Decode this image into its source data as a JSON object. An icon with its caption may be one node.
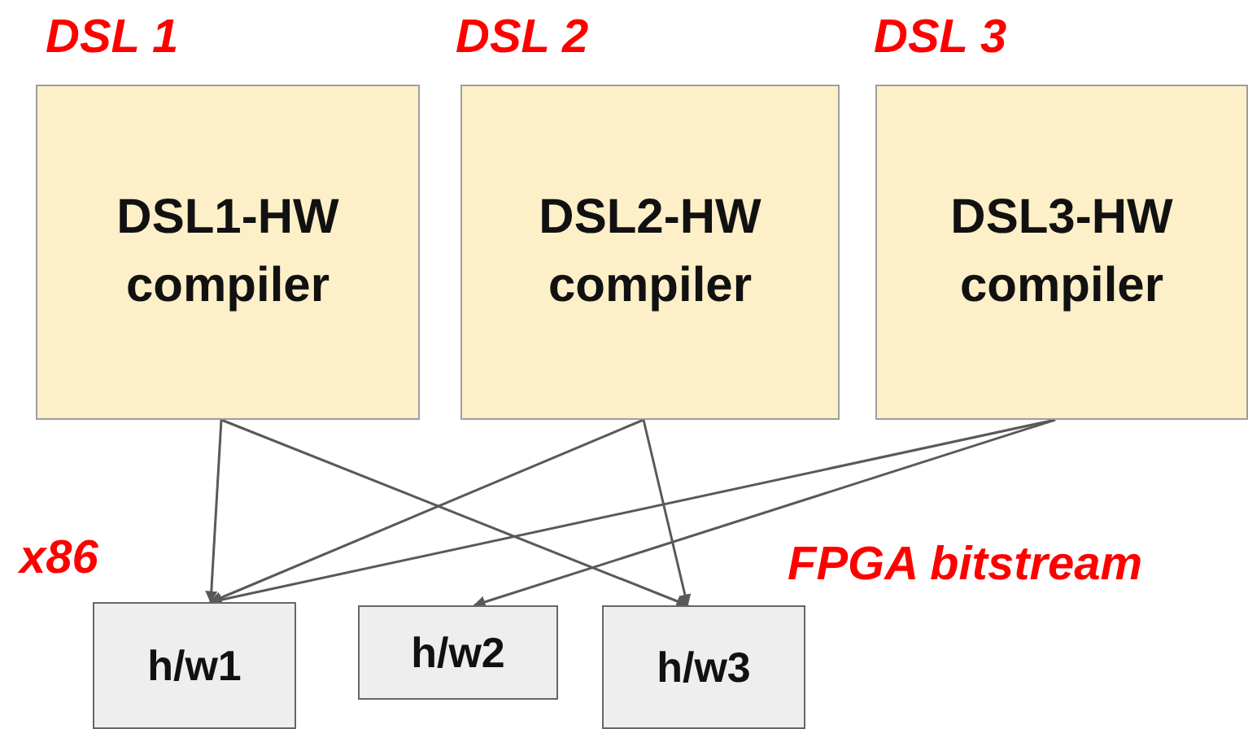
{
  "diagram": {
    "nodes": [
      {
        "text": [
          "DSL 1",
          "DSL1-HW compiler"
        ]
      },
      {
        "text": [
          "DSL 2",
          "DSL2-HW compiler"
        ]
      },
      {
        "text": [
          "DSL 3",
          "DSL3-HW compiler"
        ]
      },
      {
        "text": [
          "h/w1"
        ],
        "beside": [
          "x86"
        ]
      },
      {
        "text": [
          "h/w2"
        ]
      },
      {
        "text": [
          "h/w3"
        ],
        "beside": [
          "FPGA bitstream"
        ]
      }
    ],
    "edges": [
      {
        "from": 0,
        "to": 3,
        "arrow": "to"
      },
      {
        "from": 0,
        "to": 5,
        "arrow": "to"
      },
      {
        "from": 1,
        "to": 3,
        "arrow": "to"
      },
      {
        "from": 1,
        "to": 5,
        "arrow": "to"
      },
      {
        "from": 2,
        "to": 3,
        "arrow": "to"
      },
      {
        "from": 2,
        "to": 4,
        "arrow": "to"
      }
    ]
  }
}
